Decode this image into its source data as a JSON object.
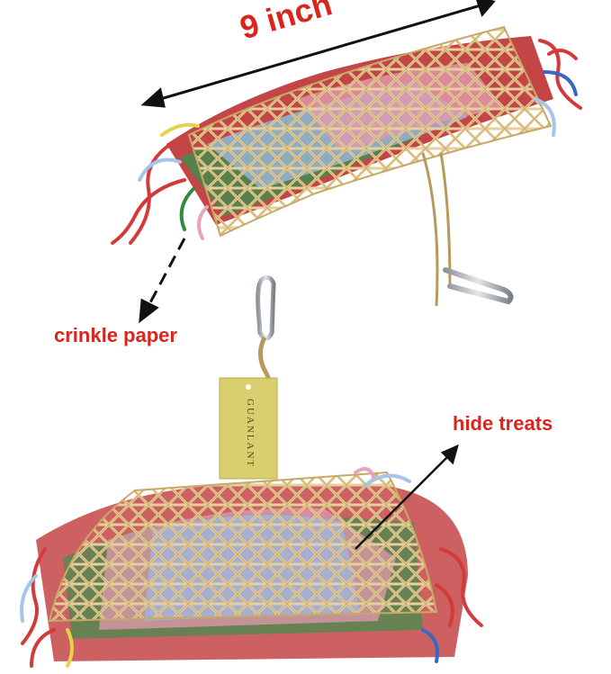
{
  "annotations": {
    "dimension_label": "9 inch",
    "crinkle_label": "crinkle paper",
    "hide_label": "hide treats"
  },
  "tag": {
    "brand": "GUANLANT"
  },
  "colors": {
    "label_red": "#d8261c",
    "bamboo": "#e6cf9a",
    "tag_yellow": "#d9cf6e",
    "arrow": "#111111"
  }
}
